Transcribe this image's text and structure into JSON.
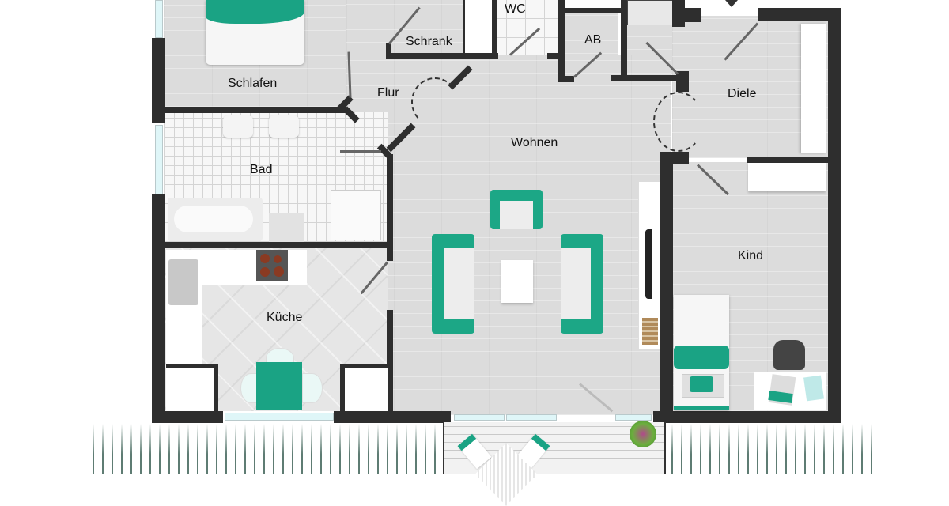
{
  "plan": {
    "rooms": [
      {
        "id": "schlafen",
        "label": "Schlafen"
      },
      {
        "id": "schrank",
        "label": "Schrank"
      },
      {
        "id": "wc",
        "label": "WC"
      },
      {
        "id": "ab",
        "label": "AB"
      },
      {
        "id": "flur",
        "label": "Flur"
      },
      {
        "id": "diele",
        "label": "Diele"
      },
      {
        "id": "bad",
        "label": "Bad"
      },
      {
        "id": "wohnen",
        "label": "Wohnen"
      },
      {
        "id": "kueche",
        "label": "Küche"
      },
      {
        "id": "kind",
        "label": "Kind"
      }
    ],
    "colors": {
      "wall": "#2e2e2e",
      "accent_teal": "#1aa384",
      "floor": "#dcdcdc",
      "window_glass": "#dff6f8",
      "railing": "#5e7c73"
    }
  }
}
